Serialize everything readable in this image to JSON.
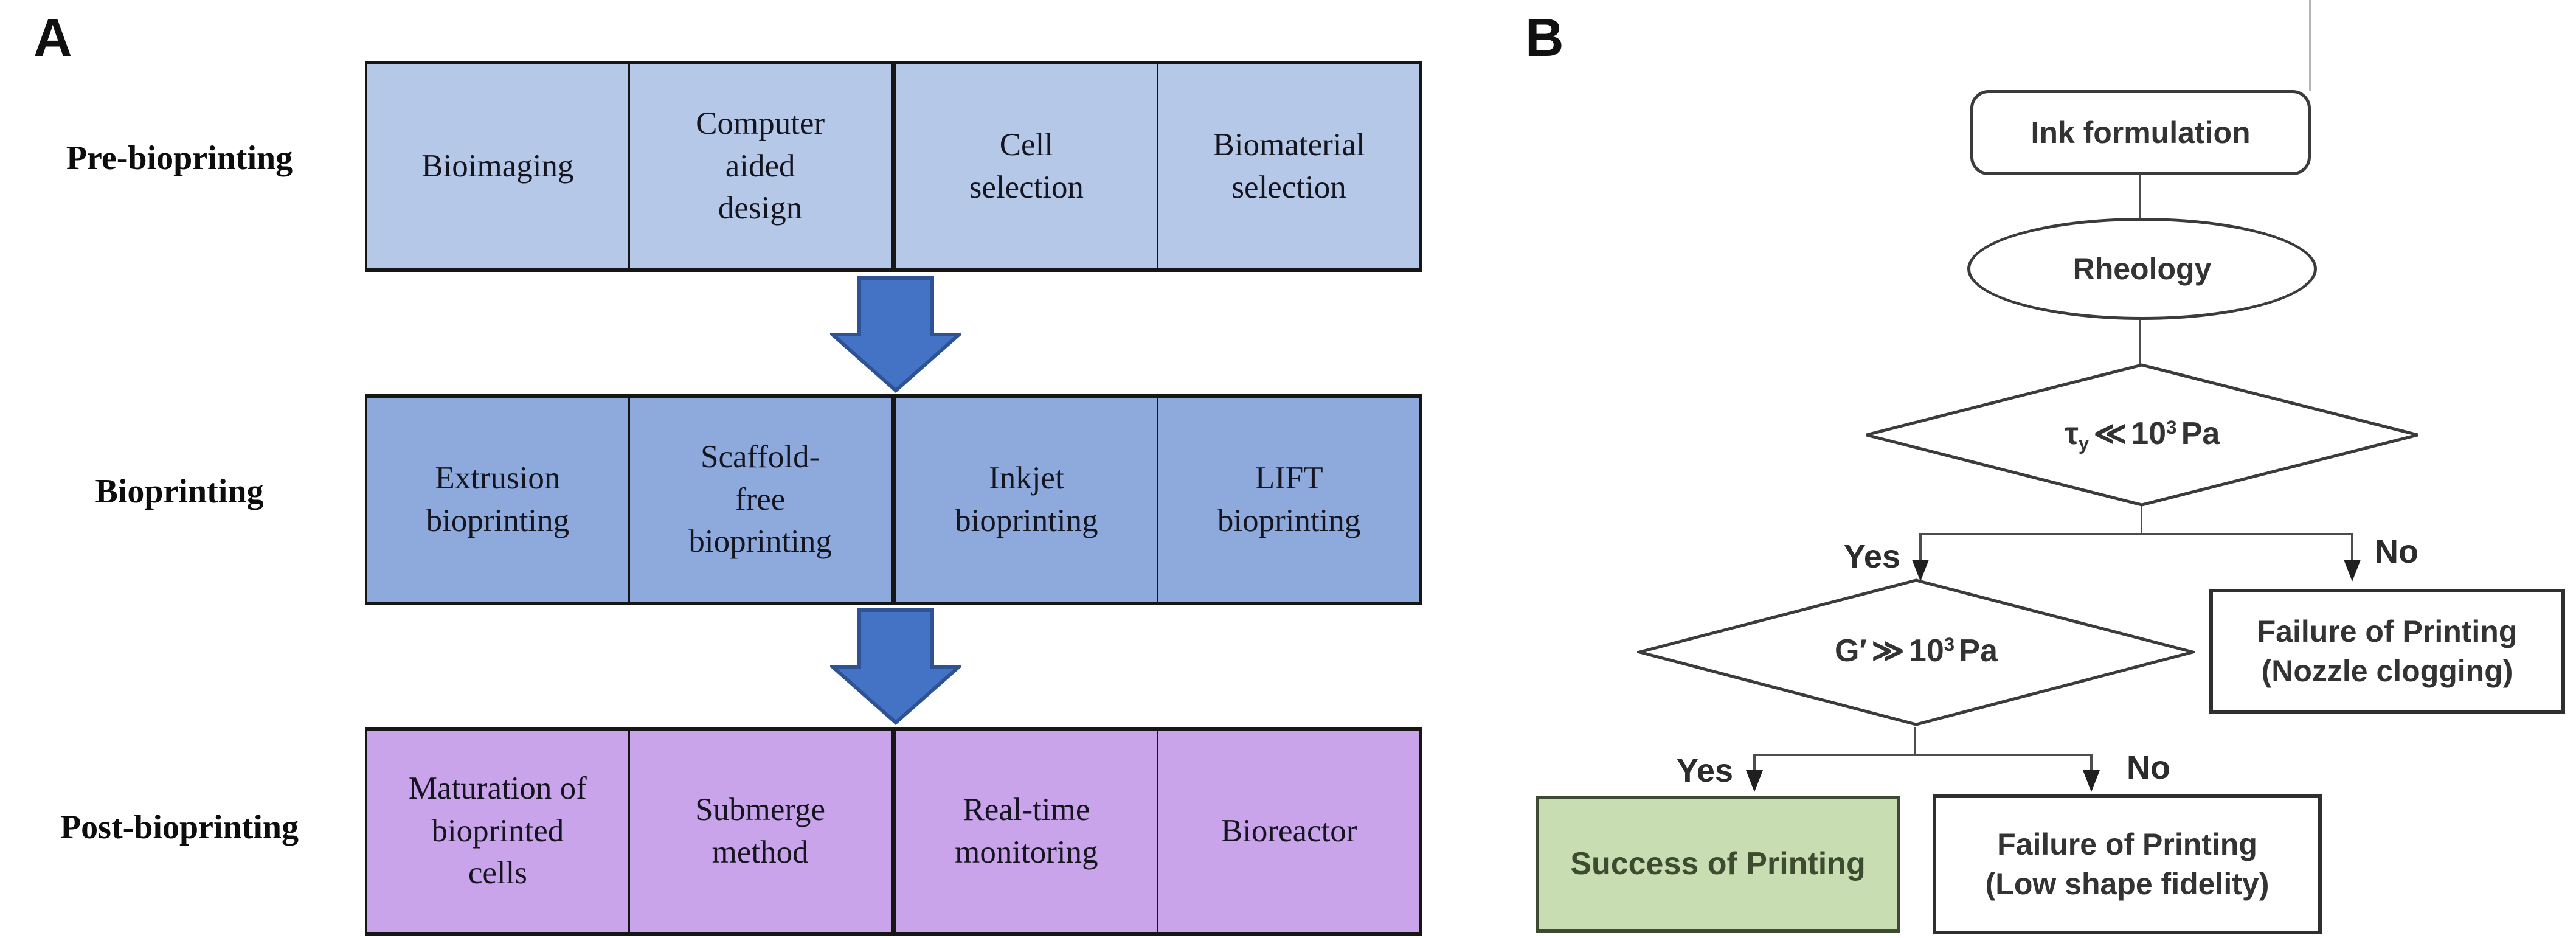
{
  "panelA": {
    "label": "A",
    "row_labels": [
      "Pre-bioprinting",
      "Bioprinting",
      "Post-bioprinting"
    ],
    "rows": [
      {
        "cells": [
          "Bioimaging",
          "Computer\naided\ndesign",
          "Cell\nselection",
          "Biomaterial\nselection"
        ]
      },
      {
        "cells": [
          "Extrusion\nbioprinting",
          "Scaffold-\nfree\nbioprinting",
          "Inkjet\nbioprinting",
          "LIFT\nbioprinting"
        ]
      },
      {
        "cells": [
          "Maturation of\nbioprinted\ncells",
          "Submerge\nmethod",
          "Real-time\nmonitoring",
          "Bioreactor"
        ]
      }
    ],
    "colors": {
      "row_pre_fill": "#b6c8e8",
      "row_bio_fill": "#8ea9db",
      "row_post_fill": "#c9a4ea",
      "arrow_fill": "#4472c4",
      "arrow_stroke": "#2e5395",
      "border": "#161616"
    }
  },
  "panelB": {
    "label": "B",
    "ink_label": "Ink formulation",
    "rheology_label": "Rheology",
    "diamond_tau": {
      "symbol": "τ",
      "subscript": "y",
      "operator": "≪",
      "base": "10",
      "exponent": "3",
      "unit": "Pa"
    },
    "diamond_g": {
      "symbol": "G′",
      "subscript": "",
      "operator": "≫",
      "base": "10",
      "exponent": "3",
      "unit": "Pa"
    },
    "branch1": {
      "yes": "Yes",
      "no": "No"
    },
    "branch2": {
      "yes": "Yes",
      "no": "No"
    },
    "failure_nozzle": {
      "line1": "Failure of Printing",
      "line2": "(Nozzle clogging)"
    },
    "failure_fidelity": {
      "line1": "Failure of Printing",
      "line2": "(Low shape fidelity)"
    },
    "success": {
      "label": "Success of Printing"
    },
    "colors": {
      "outline": "#3b3b3b",
      "success_fill": "#c8ddb2",
      "success_border": "#3e4a32",
      "success_text": "#3d4b31"
    }
  }
}
